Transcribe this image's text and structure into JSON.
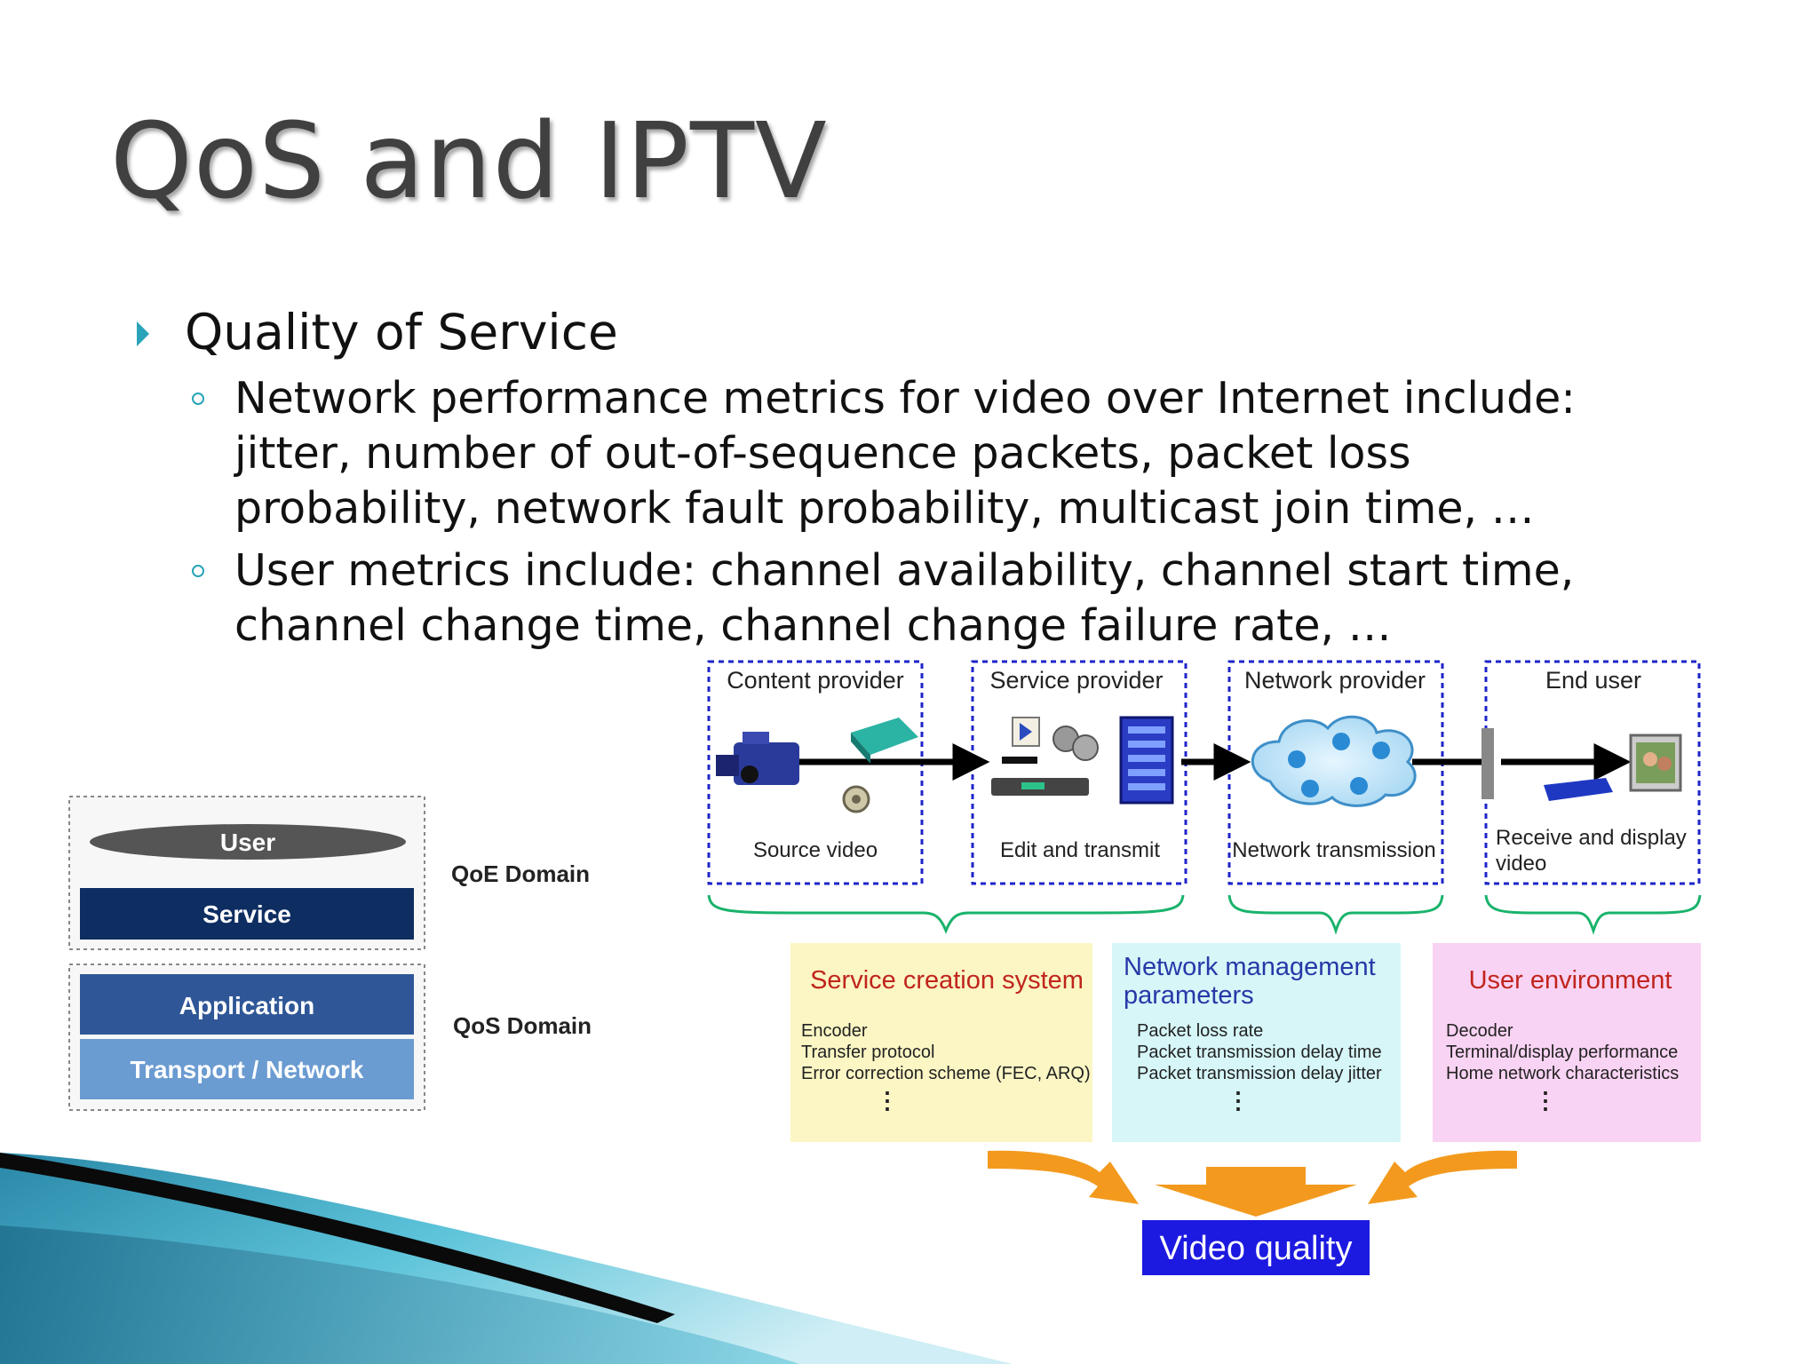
{
  "slide": {
    "title": "QoS and IPTV",
    "bullet": "Quality of Service",
    "sub_bullets": [
      {
        "lines": [
          "Network performance metrics for video over Internet include:",
          "jitter, number of out-of-sequence packets, packet loss",
          "probability, network fault probability, multicast join time, …"
        ]
      },
      {
        "lines": [
          "User metrics include: channel availability, channel start time,",
          "channel change time, channel change failure rate, …"
        ]
      }
    ]
  },
  "layers": {
    "user": "User",
    "service": "Service",
    "application": "Application",
    "transport": "Transport / Network",
    "qoe_domain": "QoE Domain",
    "qos_domain": "QoS Domain"
  },
  "chain": [
    {
      "title": "Content provider",
      "caption": "Source video"
    },
    {
      "title": "Service provider",
      "caption": "Edit and transmit"
    },
    {
      "title": "Network provider",
      "caption": "Network transmission"
    },
    {
      "title": "End user",
      "caption_lines": [
        "Receive and display",
        "video"
      ]
    }
  ],
  "systems": [
    {
      "title_lines": [
        "Service creation system"
      ],
      "items": [
        "Encoder",
        "Transfer protocol",
        "Error correction scheme (FEC, ARQ)"
      ],
      "more": "⋮",
      "color": "#fbf6c4"
    },
    {
      "title_lines": [
        "Network management",
        "parameters"
      ],
      "items": [
        "Packet loss rate",
        "Packet transmission delay time",
        "Packet transmission delay jitter"
      ],
      "more": "⋮",
      "color": "#d6f6f8"
    },
    {
      "title_lines": [
        "User environment"
      ],
      "items": [
        "Decoder",
        "Terminal/display performance",
        "Home network characteristics"
      ],
      "more": "⋮",
      "color": "#f9d3f3"
    }
  ],
  "result": "Video quality",
  "colors": {
    "accent": "#2aa3b8",
    "box_border": "#1d25c9",
    "brace": "#19b36b",
    "title_red": "#c0251d",
    "title_blue": "#2838a8",
    "orange": "#f39a1e",
    "result_bg": "#1c19e0",
    "service_bg": "#0e2e62",
    "application_bg": "#2f5797",
    "transport_bg": "#6a9bd1"
  }
}
